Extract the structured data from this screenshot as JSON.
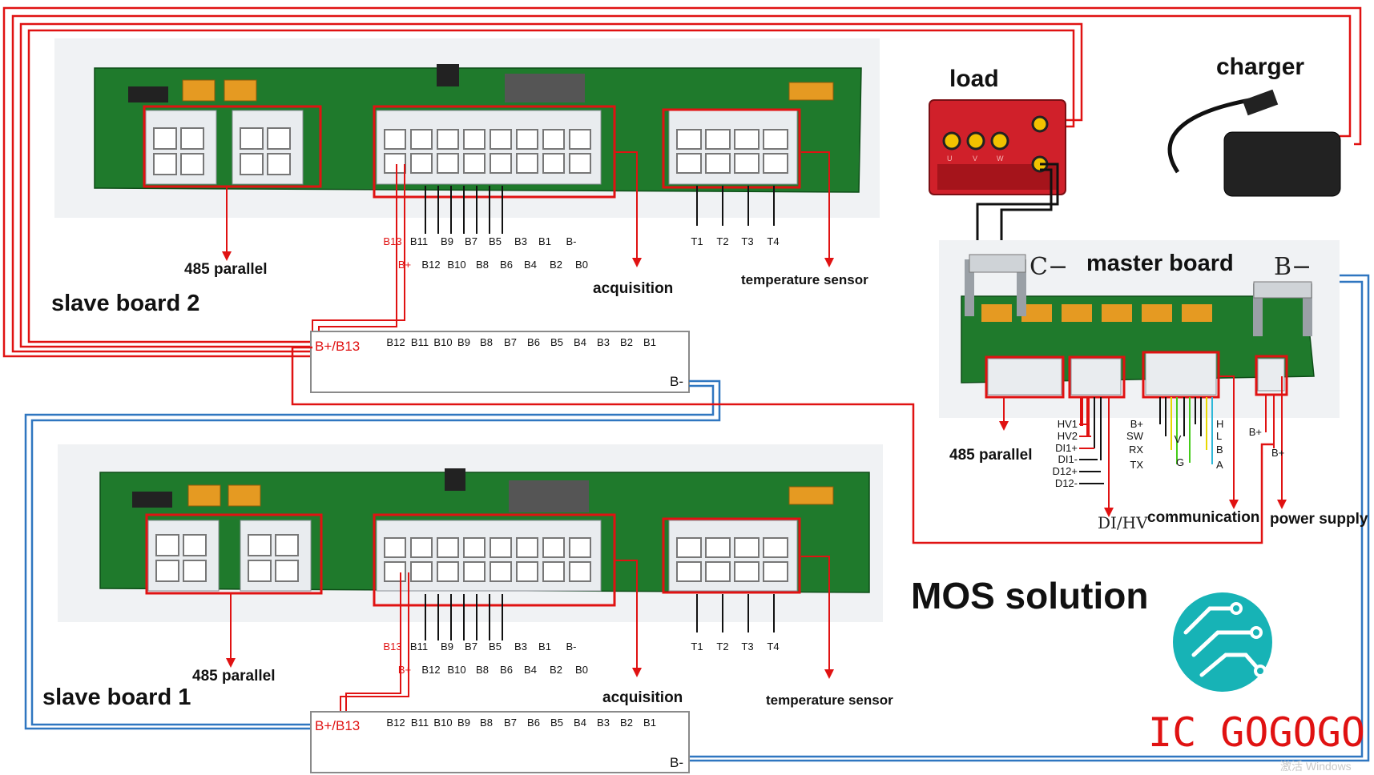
{
  "title": "MOS solution",
  "slave2": {
    "name": "slave board 2",
    "parallel": "485 parallel",
    "acquisition": "acquisition",
    "temperature": "temperature sensor",
    "pins_top": [
      "B13",
      "B11",
      "B9",
      "B7",
      "B5",
      "B3",
      "B1",
      "B-"
    ],
    "pins_bottom": [
      "B+",
      "B12",
      "B10",
      "B8",
      "B6",
      "B4",
      "B2",
      "B0"
    ],
    "temps": [
      "T1",
      "T2",
      "T3",
      "T4"
    ]
  },
  "slave1": {
    "name": "slave board 1",
    "parallel": "485 parallel",
    "acquisition": "acquisition",
    "temperature": "temperature sensor",
    "pins_top": [
      "B13",
      "B11",
      "B9",
      "B7",
      "B5",
      "B3",
      "B1",
      "B-"
    ],
    "pins_bottom": [
      "B+",
      "B12",
      "B10",
      "B8",
      "B6",
      "B4",
      "B2",
      "B0"
    ],
    "temps": [
      "T1",
      "T2",
      "T3",
      "T4"
    ]
  },
  "battery2": {
    "plus": "B+/B13",
    "minus": "B-",
    "cells": [
      "B12",
      "B11",
      "B10",
      "B9",
      "B8",
      "B7",
      "B6",
      "B5",
      "B4",
      "B3",
      "B2",
      "B1"
    ]
  },
  "battery1": {
    "plus": "B+/B13",
    "minus": "B-",
    "cells": [
      "B12",
      "B11",
      "B10",
      "B9",
      "B8",
      "B7",
      "B6",
      "B5",
      "B4",
      "B3",
      "B2",
      "B1"
    ]
  },
  "load": {
    "label": "load",
    "terminals": [
      "U",
      "V",
      "W"
    ]
  },
  "charger": {
    "label": "charger"
  },
  "master": {
    "label": "master board",
    "c_minus": "C−",
    "b_minus": "B−",
    "parallel": "485 parallel",
    "di_hv": "DI/HV",
    "communication": "communication",
    "power_supply": "power supply",
    "di_pins": [
      "HV1",
      "HV2",
      "DI1+",
      "DI1-",
      "D12+",
      "D12-"
    ],
    "comm_left": [
      "B+",
      "SW",
      "RX",
      "TX"
    ],
    "comm_mid": [
      "V",
      "G"
    ],
    "comm_right": [
      "H",
      "L",
      "B",
      "A"
    ],
    "power_pins": [
      "B+",
      "B+"
    ]
  },
  "logo": {
    "text": "IC GOGOGO"
  },
  "watermark": "激活 Windows"
}
